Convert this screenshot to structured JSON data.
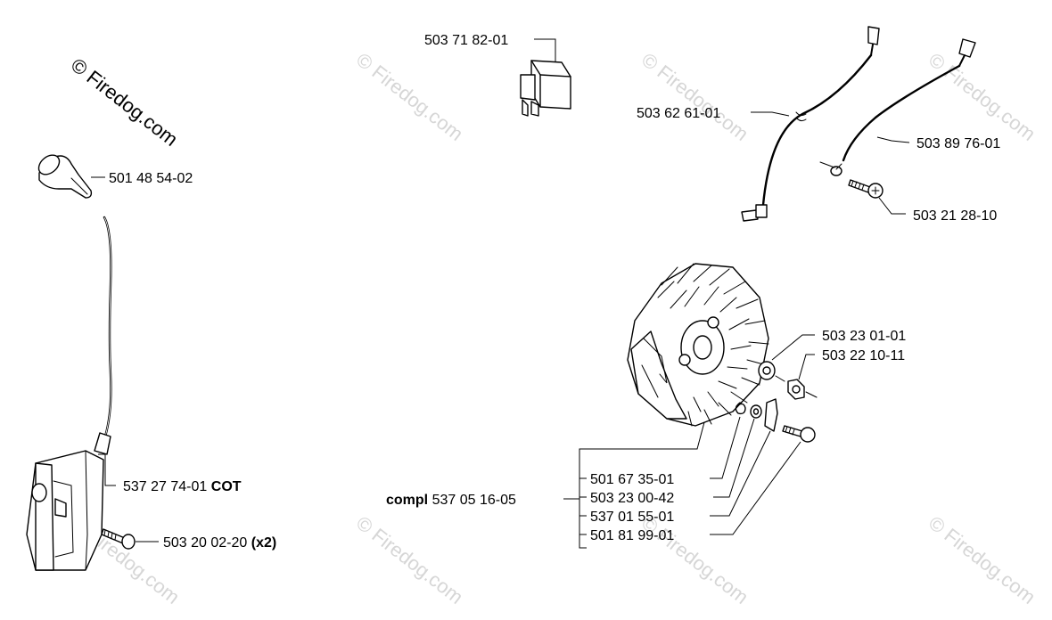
{
  "watermark": {
    "main": "© Firedog.com",
    "faint": "© Firedog.com"
  },
  "parts": {
    "switch": "503 71 82-01",
    "wire_short": "503 62 61-01",
    "wire_long": "503 89 76-01",
    "screw_wire": "503 21 28-10",
    "plug_cap": "501 48 54-02",
    "ignition_module_num": "537 27 74-01",
    "ignition_module_suffix": "COT",
    "module_screw_num": "503 20 02-20",
    "module_screw_qty": "(x2)",
    "washer": "503 23 01-01",
    "nut": "503 22 10-11",
    "flywheel_compl_prefix": "compl",
    "flywheel_compl_num": "537 05 16-05",
    "spring": "501 67 35-01",
    "pawl_washer": "503 23 00-42",
    "pawl": "537 01 55-01",
    "pawl_screw": "501 81 99-01"
  }
}
